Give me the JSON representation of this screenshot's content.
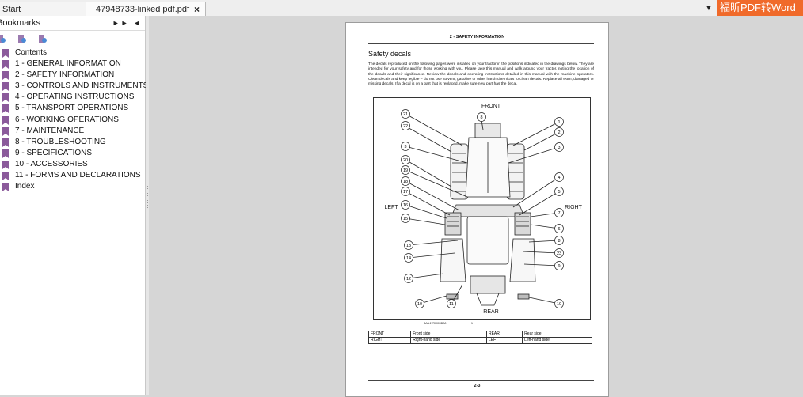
{
  "tabs": {
    "start_label": "Start",
    "doc_label": "47948733-linked pdf.pdf",
    "close_glyph": "×",
    "menu_glyph": "▼"
  },
  "promo": {
    "text": "福昕PDF转Word",
    "color": "#f06a2a"
  },
  "sidebar": {
    "title": "Bookmarks",
    "controls": "►► ◄",
    "tool_icons": [
      "bookmark-options-icon",
      "expand-bookmark-icon",
      "find-bookmark-icon"
    ],
    "bookmarks": [
      {
        "label": "Contents"
      },
      {
        "label": "1 - GENERAL INFORMATION"
      },
      {
        "label": "2 - SAFETY INFORMATION"
      },
      {
        "label": "3 - CONTROLS AND INSTRUMENTS"
      },
      {
        "label": "4 - OPERATING INSTRUCTIONS"
      },
      {
        "label": "5 - TRANSPORT OPERATIONS"
      },
      {
        "label": "6 - WORKING OPERATIONS"
      },
      {
        "label": "7 - MAINTENANCE"
      },
      {
        "label": "8 - TROUBLESHOOTING"
      },
      {
        "label": "9 - SPECIFICATIONS"
      },
      {
        "label": "10 - ACCESSORIES"
      },
      {
        "label": "11 - FORMS AND DECLARATIONS"
      },
      {
        "label": "Index"
      }
    ]
  },
  "document": {
    "section_header": "2 - SAFETY INFORMATION",
    "title": "Safety decals",
    "intro": "The decals reproduced on the following pages were installed on your tractor in the positions indicated in the drawings below. They are intended for your safety and for those working with you. Please take this manual and walk around your tractor, noting the location of the decals and their significance. Review the decals and operating instructions detailed in this manual with the machine operators. Clean decals and keep legible – do not use solvent, gasoline or other harsh chemicals to clean decals. Replace all worn, damaged or missing decals. If a decal is on a part that is replaced, make sure new part has the decal.",
    "figure": {
      "front_label": "FRONT",
      "rear_label": "REAR",
      "left_label": "LEFT",
      "right_label": "RIGHT",
      "id": "BAIL17R0009BA0",
      "number": "1",
      "callouts": [
        "8",
        "21",
        "22",
        "1",
        "2",
        "3",
        "20",
        "3",
        "19",
        "4",
        "18",
        "5",
        "17",
        "16",
        "7",
        "15",
        "6",
        "8",
        "13",
        "23",
        "14",
        "9",
        "12",
        "11",
        "10",
        "10"
      ]
    },
    "legend": [
      {
        "key1": "FRONT",
        "val1": "Front side",
        "key2": "REAR",
        "val2": "Rear side"
      },
      {
        "key1": "RIGHT",
        "val1": "Right-hand side",
        "key2": "LEFT",
        "val2": "Left-hand side"
      }
    ],
    "page_number": "2-3"
  },
  "colors": {
    "bookmark_icon": "#8b5a9b",
    "viewer_background": "#d6d6d6"
  }
}
